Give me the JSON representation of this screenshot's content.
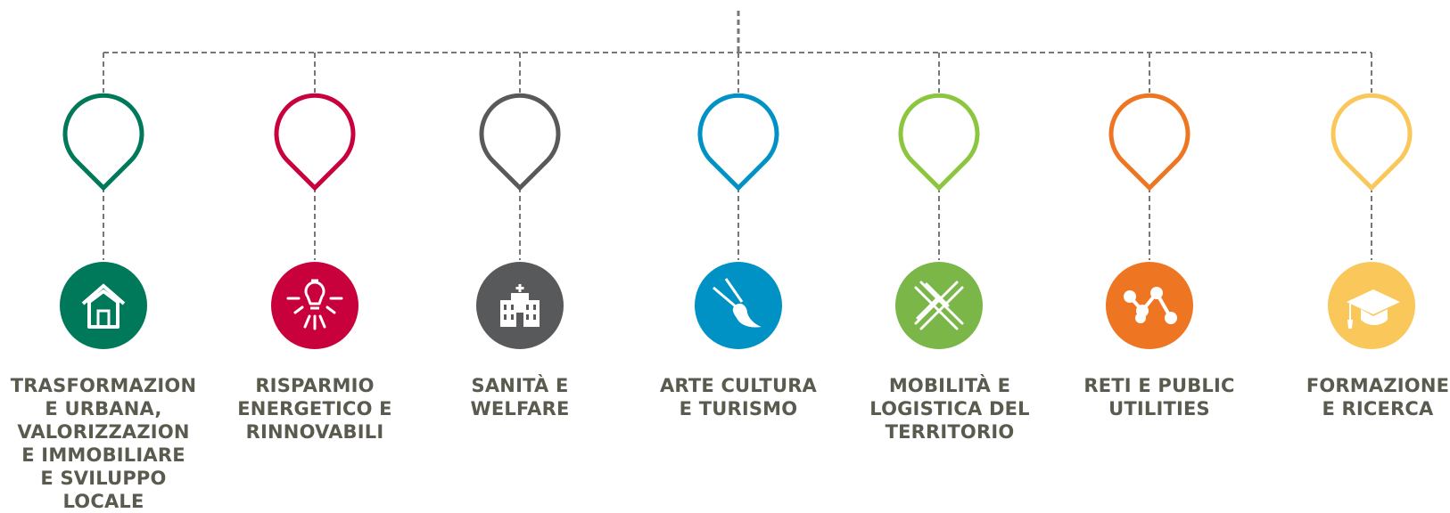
{
  "categories": [
    {
      "icon": "house-icon",
      "color": "#00785a",
      "title_lines": [
        "TRASFORMAZION",
        "E URBANA,",
        "VALORIZZAZION",
        "E IMMOBILIARE",
        "E SVILUPPO",
        "LOCALE"
      ]
    },
    {
      "icon": "lightbulb-icon",
      "color": "#c8003c",
      "title_lines": [
        "RISPARMIO",
        "ENERGETICO E",
        "RINNOVABILI"
      ]
    },
    {
      "icon": "hospital-icon",
      "color": "#58595b",
      "title_lines": [
        "SANITÀ E",
        "WELFARE"
      ]
    },
    {
      "icon": "paintbrush-icon",
      "color": "#0092c5",
      "title_lines": [
        "ARTE CULTURA",
        "E TURISMO"
      ]
    },
    {
      "icon": "crossroads-icon",
      "color": "#7ab648",
      "pin_color": "#8cc63f",
      "title_lines": [
        "MOBILITÀ E",
        "LOGISTICA DEL",
        "TERRITORIO"
      ]
    },
    {
      "icon": "network-icon",
      "color": "#ee7521",
      "title_lines": [
        "RETI E PUBLIC",
        "UTILITIES"
      ]
    },
    {
      "icon": "graduation-cap-icon",
      "color": "#fac75a",
      "title_lines": [
        "FORMAZIONE",
        "E RICERCA"
      ]
    }
  ],
  "colors": {
    "connector": "#777777",
    "text": "#5b5a4e"
  }
}
